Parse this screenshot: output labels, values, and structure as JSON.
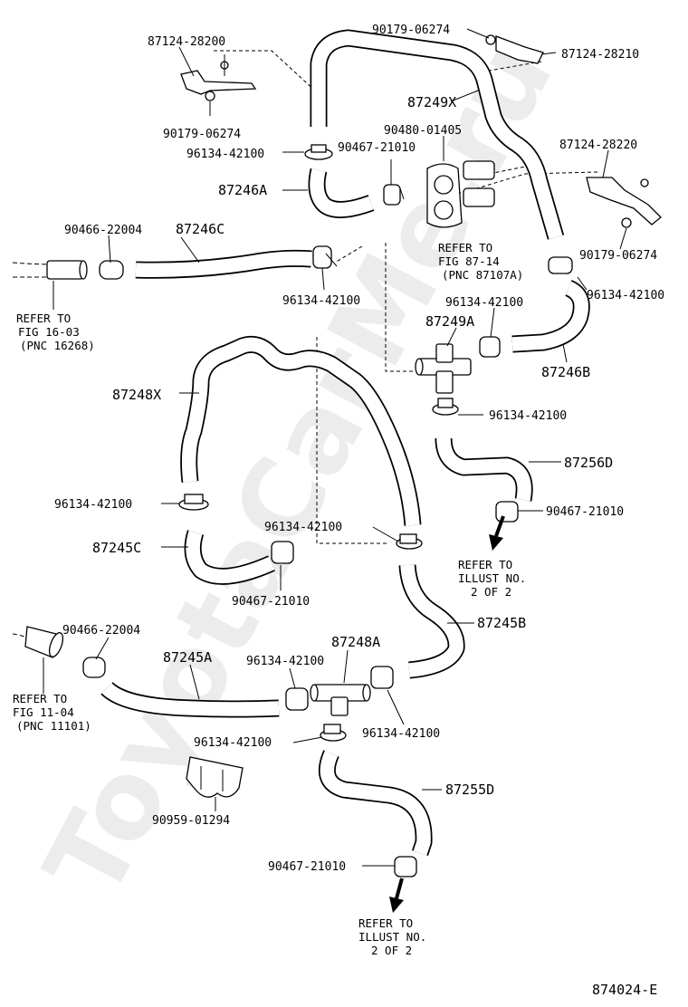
{
  "diagram": {
    "watermark": "ToyotaCarMe.ru",
    "figure_code": "874024-E",
    "labels": {
      "p87124_28200": "87124-28200",
      "p90179_06274_tl": "90179-06274",
      "p90179_06274_top": "90179-06274",
      "p87124_28210": "87124-28210",
      "p87249X": "87249X",
      "p90480_01405": "90480-01405",
      "p96134_42100_a": "96134-42100",
      "p90467_21010_a": "90467-21010",
      "p87246A": "87246A",
      "p87124_28220": "87124-28220",
      "p90179_06274_r": "90179-06274",
      "p90466_22004_a": "90466-22004",
      "p87246C": "87246C",
      "p96134_42100_b": "96134-42100",
      "p96134_42100_c": "96134-42100",
      "p96134_42100_d": "96134-42100",
      "p87249A": "87249A",
      "p87246B": "87246B",
      "p87248X": "87248X",
      "p96134_42100_e": "96134-42100",
      "p87256D": "87256D",
      "p96134_42100_f": "96134-42100",
      "p90467_21010_b": "90467-21010",
      "p96134_42100_g": "96134-42100",
      "p87245C": "87245C",
      "p90467_21010_c": "90467-21010",
      "p87245B": "87245B",
      "p90466_22004_b": "90466-22004",
      "p87248A": "87248A",
      "p87245A": "87245A",
      "p96134_42100_h": "96134-42100",
      "p96134_42100_i": "96134-42100",
      "p96134_42100_j": "96134-42100",
      "p87255D": "87255D",
      "p90959_01294": "90959-01294",
      "p90467_21010_d": "90467-21010"
    },
    "refer_fig_87_14": [
      "REFER TO",
      "FIG 87-14",
      "(PNC 87107A)"
    ],
    "refer_fig_16_03": [
      "REFER TO",
      "FIG 16-03",
      "(PNC 16268)"
    ],
    "refer_fig_11_04": [
      "REFER TO",
      "FIG 11-04",
      "(PNC 11101)"
    ],
    "refer_illust_1": [
      "REFER TO",
      "ILLUST NO.",
      "2 OF 2"
    ],
    "refer_illust_2": [
      "REFER TO",
      "ILLUST NO.",
      "2 OF 2"
    ]
  }
}
